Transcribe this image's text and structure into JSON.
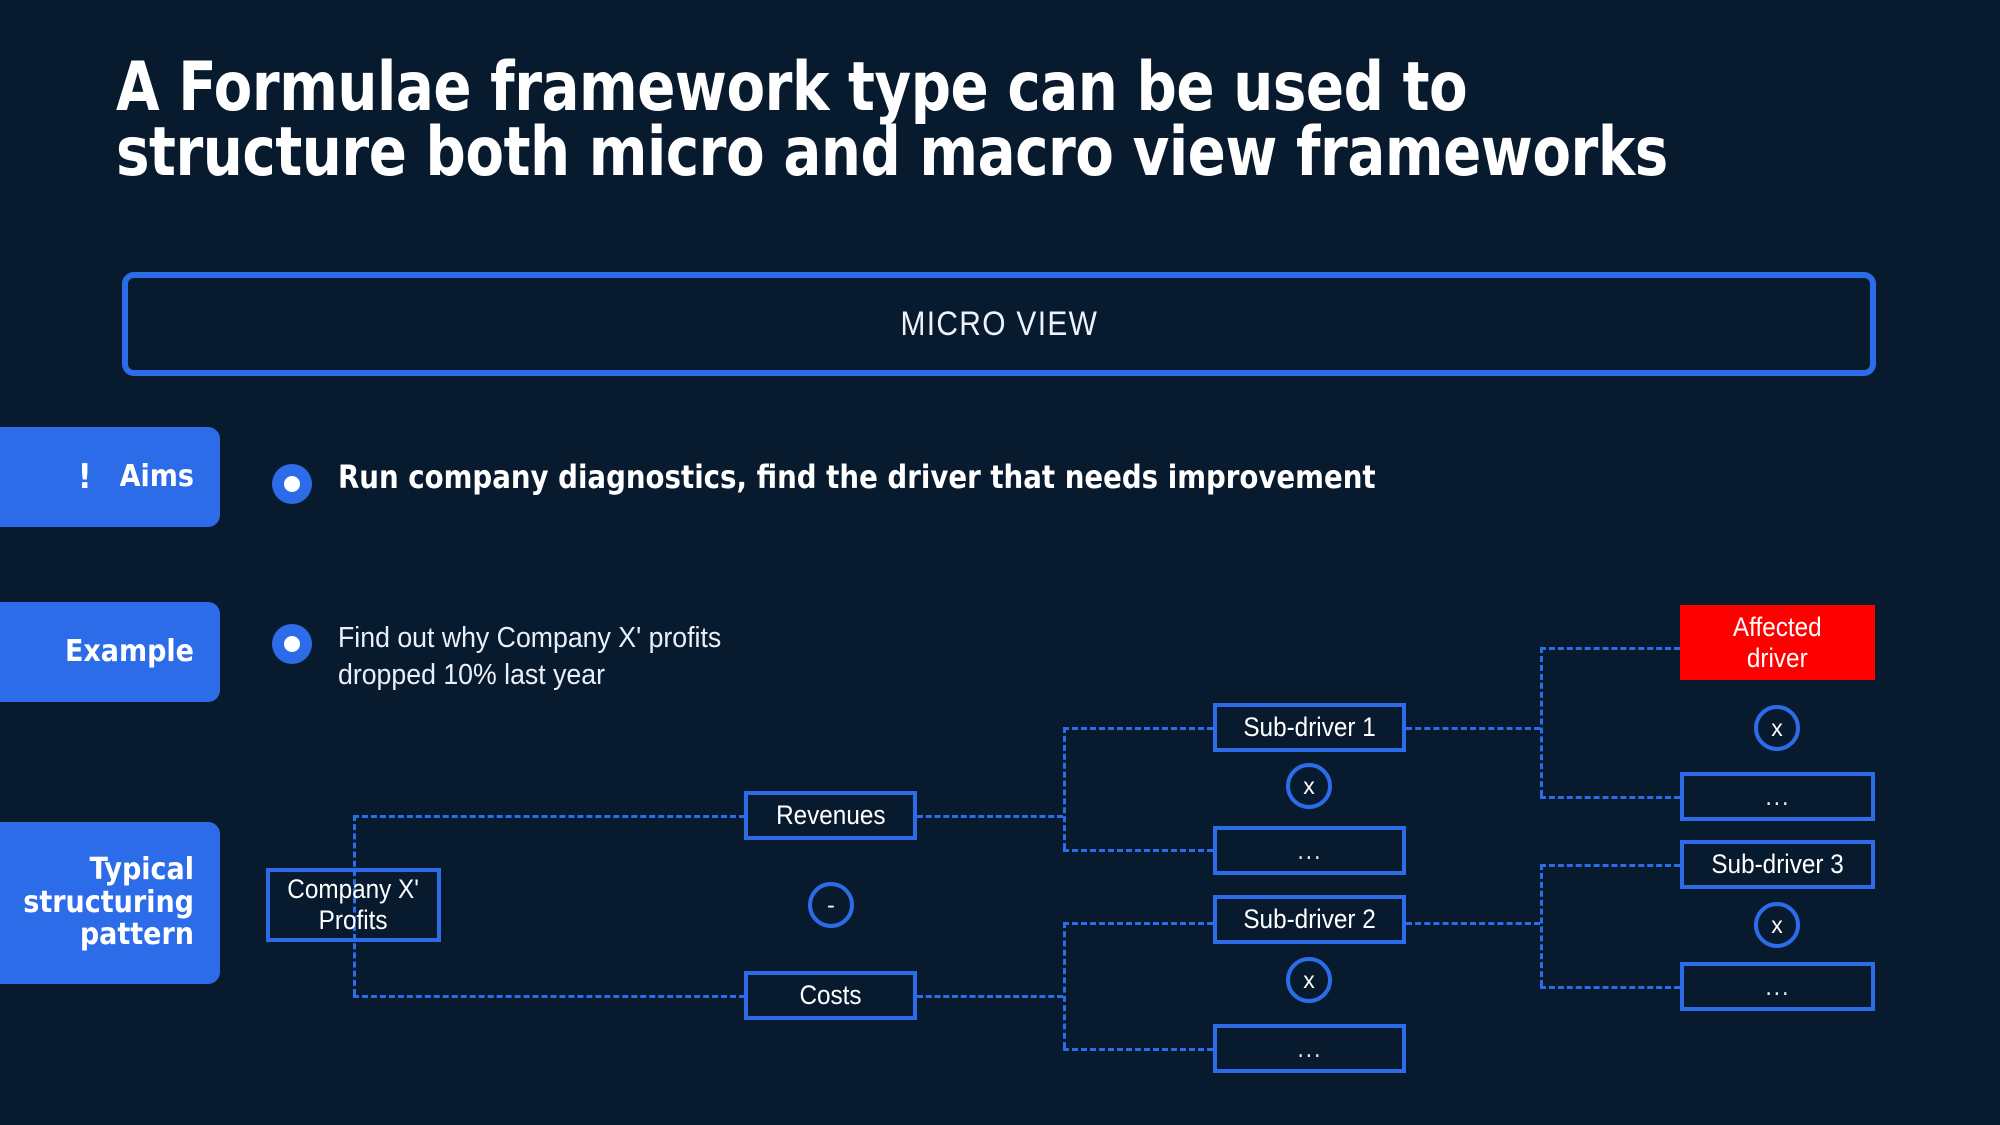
{
  "page": {
    "background_color": "#081a2e",
    "accent_color": "#2d6ce8",
    "alert_color": "#ff0000",
    "title": "A Formulae framework type can be used to\nstructure both micro and macro view frameworks"
  },
  "banner": {
    "label": "MICRO VIEW"
  },
  "tabs": [
    {
      "id": "aims",
      "label": "Aims",
      "icon": "exclamation-icon",
      "icon_glyph": "!"
    },
    {
      "id": "example",
      "label": "Example"
    },
    {
      "id": "pattern",
      "label": "Typical\nstructuring\npattern"
    }
  ],
  "bullets": {
    "aims": "Run company diagnostics, find the driver that needs improvement",
    "example": "Find out why Company X' profits\ndropped 10% last year"
  },
  "diagram": {
    "root": "Company X'\nProfits",
    "level1": [
      {
        "label": "Revenues"
      },
      {
        "label": "Costs"
      }
    ],
    "root_operator": "-",
    "level2": [
      {
        "label": "Sub-driver 1",
        "operator": "x",
        "sibling": "..."
      },
      {
        "label": "Sub-driver 2",
        "operator": "x",
        "sibling": "..."
      }
    ],
    "level3": [
      {
        "label": "Affected\ndriver",
        "highlight": true,
        "operator": "x",
        "sibling": "..."
      },
      {
        "label": "Sub-driver 3",
        "highlight": false,
        "operator": "x",
        "sibling": "..."
      }
    ]
  }
}
